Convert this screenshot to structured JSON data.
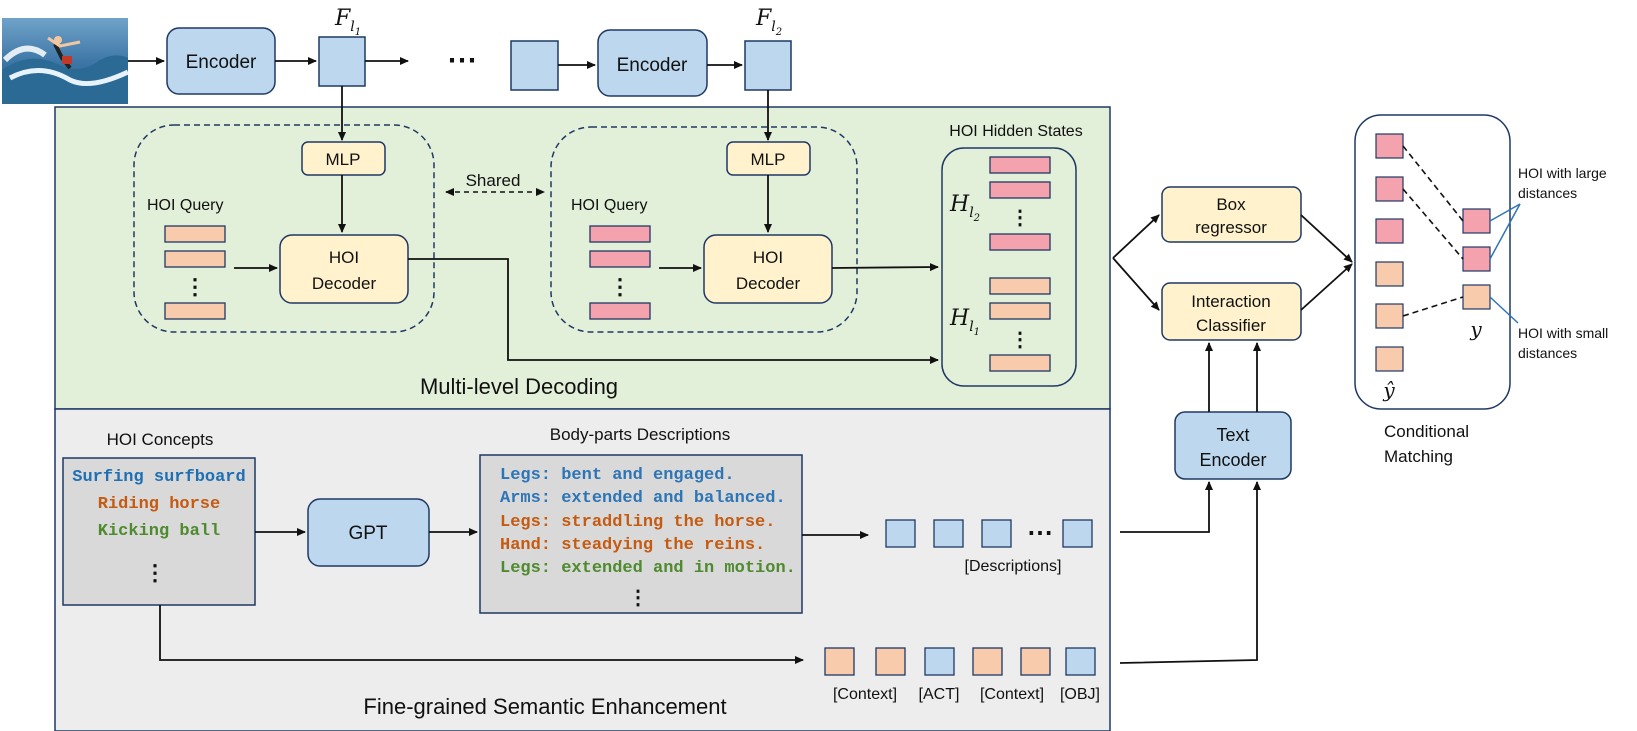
{
  "encoder1": {
    "label": "Encoder"
  },
  "encoder2": {
    "label": "Encoder"
  },
  "feature1": {
    "sym": "F",
    "sub": "l",
    "subsub": "1"
  },
  "feature2": {
    "sym": "F",
    "sub": "l",
    "subsub": "2"
  },
  "ellipsis": "⋯",
  "decoding": {
    "section_title": "Multi-level Decoding",
    "shared_label": "Shared",
    "mlp_label": "MLP",
    "query_label": "HOI Query",
    "decoder_line1": "HOI",
    "decoder_line2": "Decoder",
    "hidden_states_label": "HOI Hidden States",
    "h2": {
      "sym": "H",
      "sub": "l",
      "subsub": "2"
    },
    "h1": {
      "sym": "H",
      "sub": "l",
      "subsub": "1"
    }
  },
  "heads": {
    "box_line1": "Box",
    "box_line2": "regressor",
    "cls_line1": "Interaction",
    "cls_line2": "Classifier",
    "text_enc_line1": "Text",
    "text_enc_line2": "Encoder"
  },
  "matching": {
    "label_line1": "Conditional",
    "label_line2": "Matching",
    "y": "y",
    "y_hat": "ŷ",
    "large_line1": "HOI with large",
    "large_line2": "distances",
    "small_line1": "HOI with small",
    "small_line2": "distances"
  },
  "semantic": {
    "section_title": "Fine-grained Semantic Enhancement",
    "concepts_title": "HOI Concepts",
    "concepts": [
      {
        "text": "Surfing surfboard",
        "color": "#1f6fb5"
      },
      {
        "text": "Riding horse",
        "color": "#c55a11"
      },
      {
        "text": "Kicking ball",
        "color": "#4e8a2e"
      }
    ],
    "gpt_label": "GPT",
    "body_title": "Body-parts Descriptions",
    "descriptions": [
      {
        "text": "Legs: bent and engaged.",
        "color": "#2e75b6"
      },
      {
        "text": "Arms: extended and balanced.",
        "color": "#2e75b6"
      },
      {
        "text": "Legs: straddling the horse.",
        "color": "#c55a11"
      },
      {
        "text": "Hand: steadying the reins.",
        "color": "#c55a11"
      },
      {
        "text": "Legs: extended and in motion.",
        "color": "#4e8a2e"
      }
    ],
    "desc_tokens_label": "[Descriptions]",
    "token_labels": [
      "[Context]",
      "[ACT]",
      "[Context]",
      "[OBJ]"
    ]
  },
  "colors": {
    "green_bg": "#e2efd9",
    "gray_bg": "#ededed",
    "blue_fill": "#bdd7ee",
    "yellow_fill": "#fff2cc",
    "pink_fill": "#f4a3ae",
    "orange_fill": "#f8cbad",
    "border": "#1f3864"
  }
}
